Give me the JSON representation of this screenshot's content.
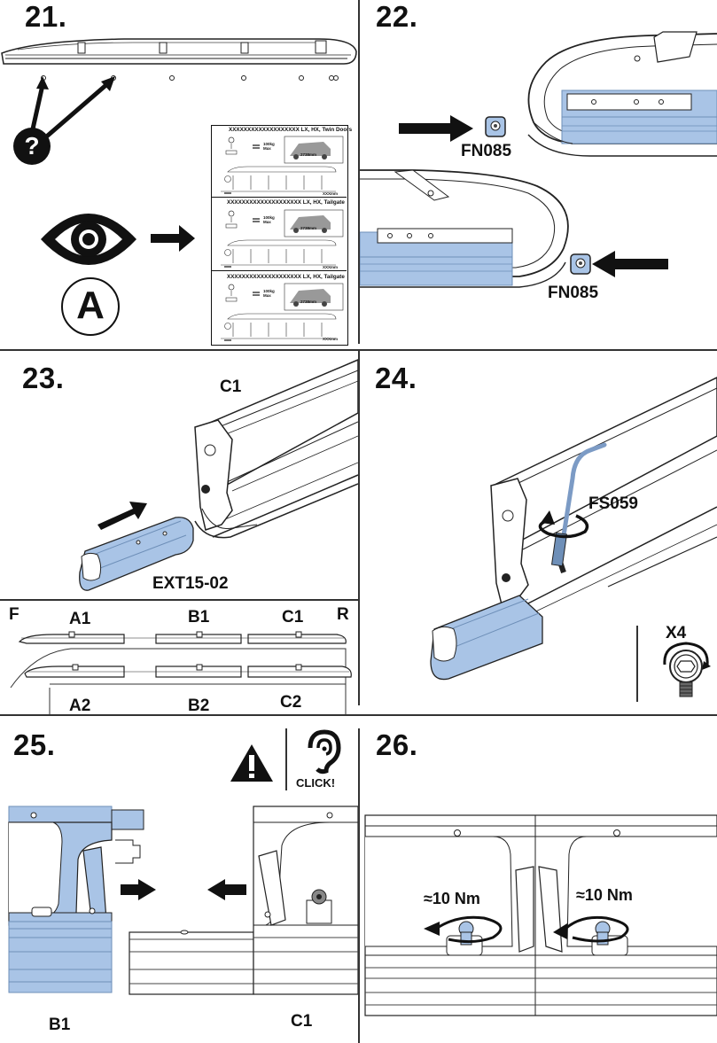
{
  "steps": {
    "s21": "21.",
    "s22": "22.",
    "s23": "23.",
    "s24": "24.",
    "s25": "25.",
    "s26": "26."
  },
  "step21": {
    "help_symbol": "?",
    "letter": "A",
    "mini_sheet": {
      "sections": [
        {
          "title": "XXXXXXXXXXXXXXXXXXX LX, HX, Twin Doors",
          "load": "100kg\nMax",
          "dims": "2738mm"
        },
        {
          "title": "XXXXXXXXXXXXXXXXXXXX LX, HX, Tailgate",
          "load": "100kg\nMax",
          "dims": "2738mm"
        },
        {
          "title": "XXXXXXXXXXXXXXXXXXXX LX, HX, Tailgate",
          "load": "100kg\nMax",
          "dims": "2738mm"
        }
      ],
      "foot_label": "XXXmm"
    }
  },
  "step22": {
    "part_top": "FN085",
    "part_bottom": "FN085"
  },
  "step23": {
    "profile_label": "C1",
    "part": "EXT15-02",
    "layout": {
      "front": "F",
      "rear": "R",
      "top_labels": [
        "A1",
        "B1",
        "C1"
      ],
      "bottom_labels": [
        "A2",
        "B2",
        "C2"
      ]
    }
  },
  "step24": {
    "tool": "FS059",
    "count": "X4"
  },
  "step25": {
    "click_text": "CLICK!",
    "left_part": "B1",
    "right_part": "C1"
  },
  "step26": {
    "torque_left": "≈10 Nm",
    "torque_right": "≈10 Nm"
  },
  "colors": {
    "highlight": "#a9c4e6",
    "highlight_stroke": "#6e8fb8",
    "ink": "#111111"
  }
}
